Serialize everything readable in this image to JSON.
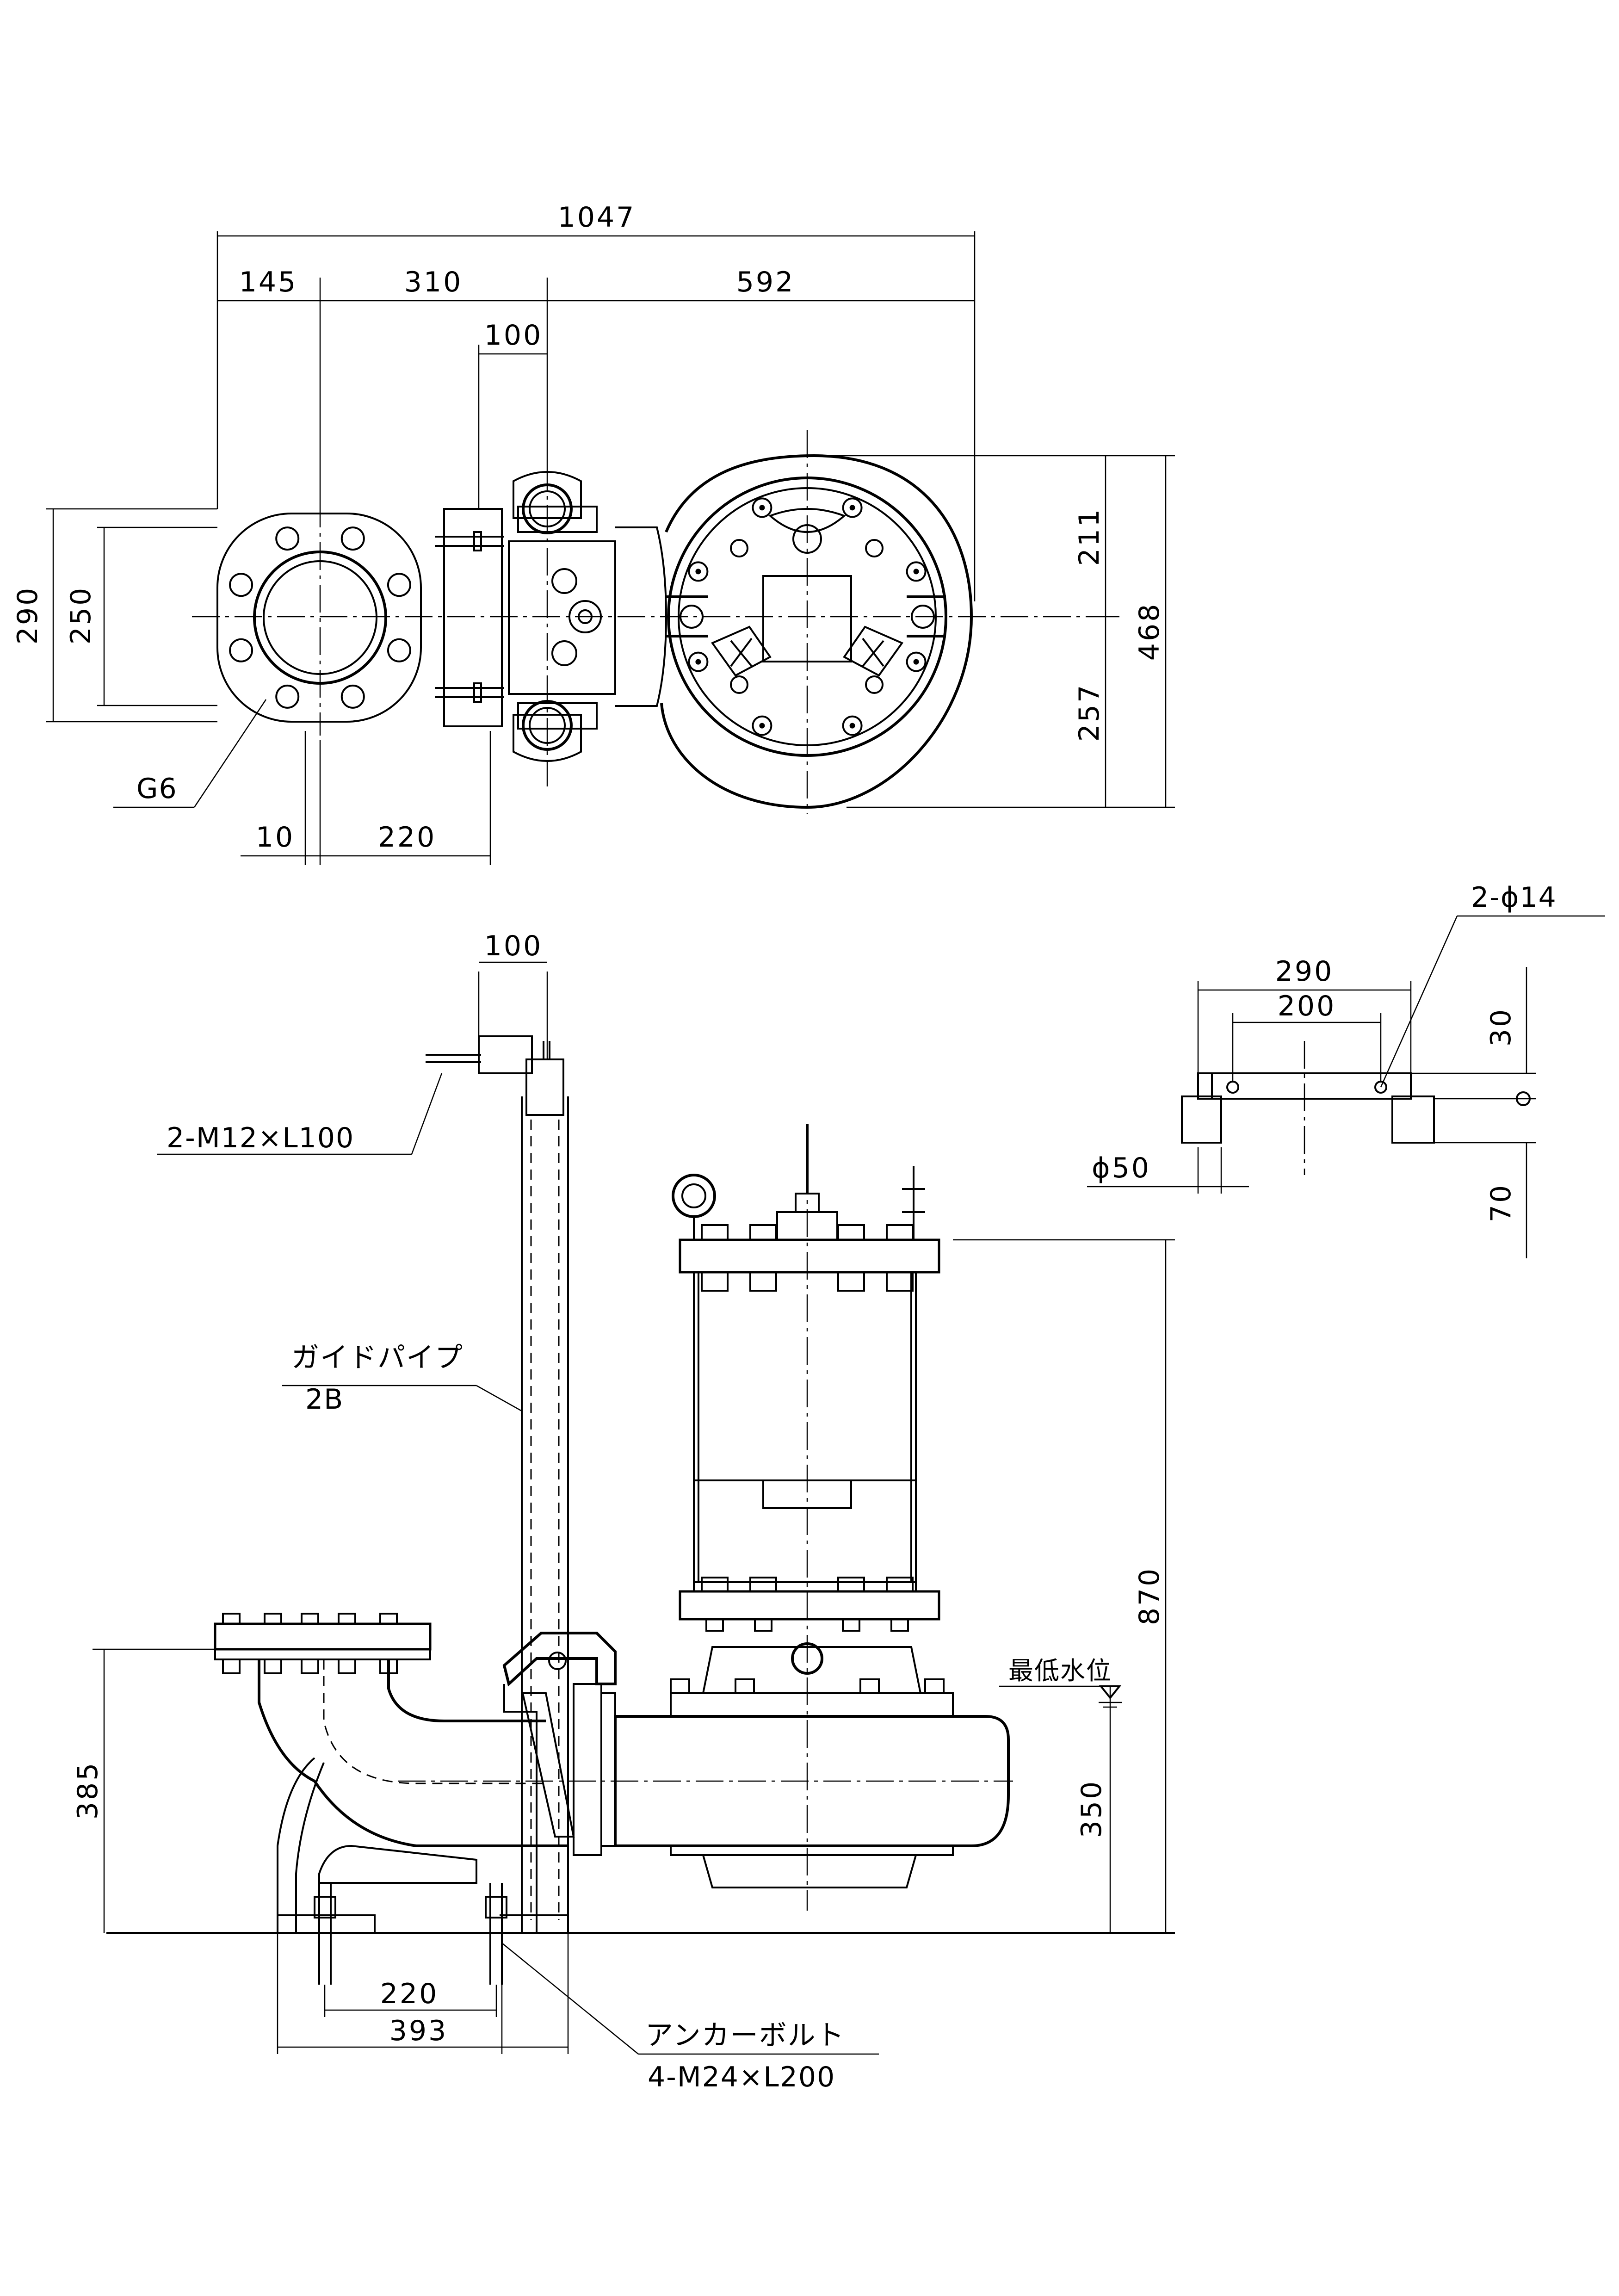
{
  "dimensions": {
    "top_overall_width": "1047",
    "top_width_145": "145",
    "top_width_310": "310",
    "top_width_592": "592",
    "top_width_100": "100",
    "top_height_290": "290",
    "top_height_250": "250",
    "top_height_211": "211",
    "top_height_257": "257",
    "top_height_468": "468",
    "top_offset_10": "10",
    "top_offset_220": "220",
    "side_width_100": "100",
    "side_height_385": "385",
    "side_height_350": "350",
    "side_height_870": "870",
    "base_spacing_220": "220",
    "base_width_393": "393",
    "detail_width_290": "290",
    "detail_width_200": "200",
    "detail_height_30": "30",
    "detail_height_70": "70",
    "detail_dia_50": "ϕ50"
  },
  "labels": {
    "flange_code": "G6",
    "bracket_bolts": "2-M12×L100",
    "guide_pipe": "ガイドパイプ",
    "guide_pipe_size": "2B",
    "min_water_level": "最低水位",
    "anchor_bolt": "アンカーボルト",
    "anchor_bolt_spec": "4-M24×L200",
    "detail_holes": "2-ϕ14"
  }
}
